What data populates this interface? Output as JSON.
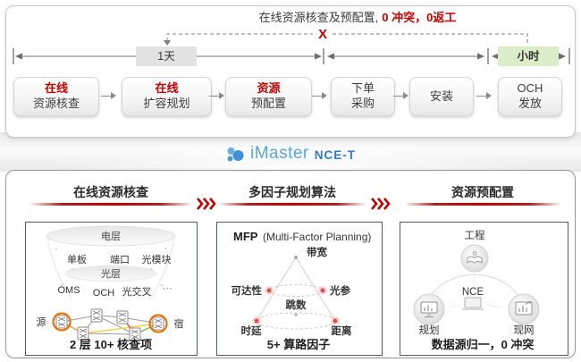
{
  "colors": {
    "accent_red": "#c40000",
    "hour_green": "#dcedca",
    "day_gray": "#e2e2e2",
    "brand_blue": "#3279c6"
  },
  "top": {
    "annotation_prefix": "在线资源核查及预配置,",
    "annotation_highlight": "0 冲突，0返工",
    "conflict_mark": "X",
    "day_label": "1天",
    "hour_label": "小时",
    "steps": [
      {
        "line1": "在线",
        "line2": "资源核查"
      },
      {
        "line1": "在线",
        "line2": "扩容规划"
      },
      {
        "line1": "资源",
        "line2": "预配置"
      },
      {
        "line1": "下单",
        "line2": "采购"
      },
      {
        "line1": "安装",
        "line2": ""
      },
      {
        "line1": "OCH",
        "line2": "发放"
      }
    ]
  },
  "brand": {
    "name": "iMaster",
    "product": "NCE-T"
  },
  "panel1": {
    "title": "在线资源核查",
    "layer_top": "电层",
    "row1": [
      "单板",
      "端口",
      "光模块"
    ],
    "layer_mid": "光层",
    "row2": [
      "OMS",
      "OCH",
      "光交叉",
      "⋯"
    ],
    "source": "源",
    "sink": "宿",
    "caption": "2 层 10+ 核查项"
  },
  "panel2": {
    "title": "多因子规划算法",
    "heading_abbr": "MFP",
    "heading_full": "(Multi-Factor Planning)",
    "factors": {
      "top": "带宽",
      "mid_left": "可达性",
      "mid_right": "光参",
      "center": "跳数",
      "bottom_left": "时延",
      "bottom_right": "距离"
    },
    "caption": "5+ 算路因子"
  },
  "panel3": {
    "title": "资源预配置",
    "node_top": "工程",
    "node_center": "NCE",
    "node_left": "规划",
    "node_right": "现网",
    "caption": "数据源归一，0 冲突"
  }
}
